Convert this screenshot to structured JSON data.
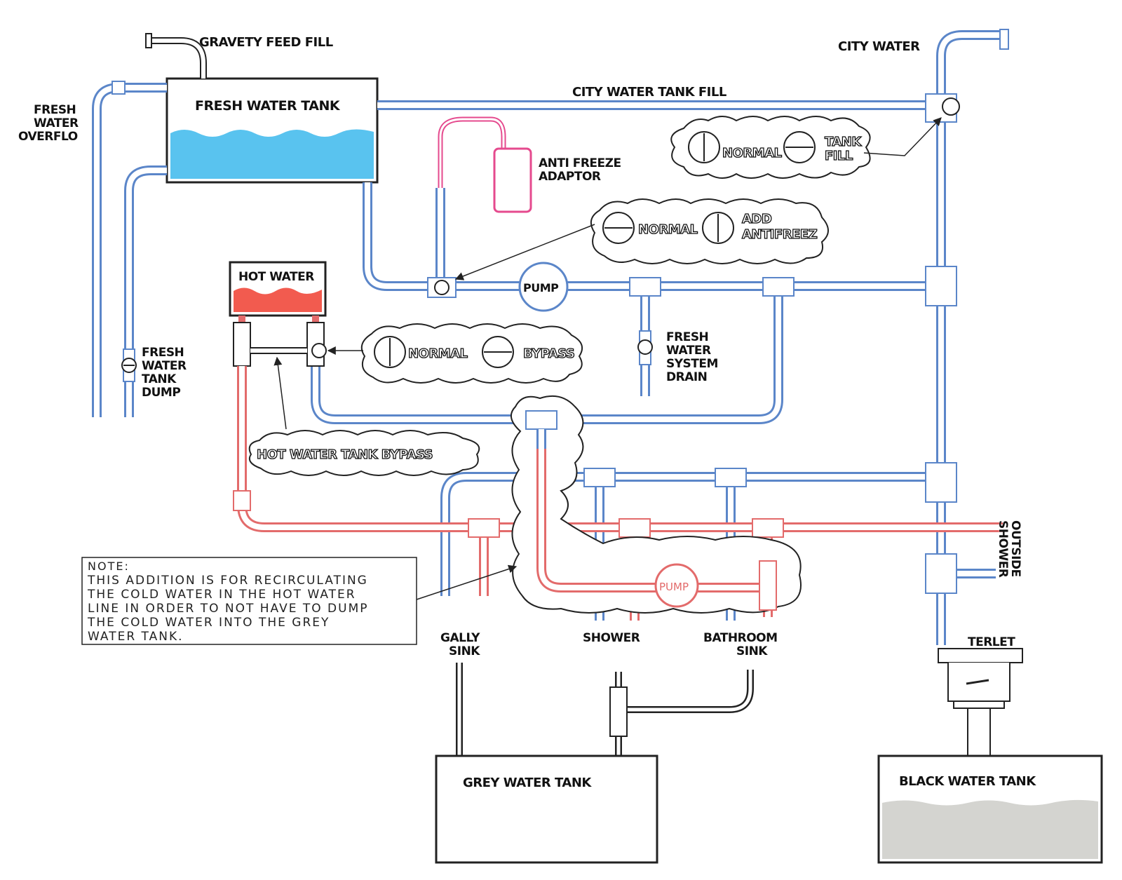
{
  "colors": {
    "cold_water": "#5b86c9",
    "hot_water": "#e36b6b",
    "drain": "#222222",
    "fresh_water_fill": "#59c3ef",
    "hot_tank_fill": "#f25b4f",
    "antifreeze": "#e54a8e",
    "black_tank_fill": "#d4d4d0"
  },
  "labels": {
    "gravity_feed_fill": "GRAVETY FEED FILL",
    "fresh_water_tank": "FRESH WATER TANK",
    "fresh_water_overflo": [
      "FRESH",
      "WATER",
      "OVERFLO"
    ],
    "city_water": "CITY WATER",
    "city_water_tank_fill": "CITY WATER TANK FILL",
    "anti_freeze_adaptor": [
      "ANTI FREEZE",
      "ADAPTOR"
    ],
    "hot_water": "HOT WATER",
    "pump": "PUMP",
    "fresh_water_system_drain": [
      "FRESH",
      "WATER",
      "SYSTEM",
      "DRAIN"
    ],
    "fresh_water_tank_dump": [
      "FRESH",
      "WATER",
      "TANK",
      "DUMP"
    ],
    "hot_water_tank_bypass": "HOT WATER TANK BYPASS",
    "outside_shower": [
      "OUTSIDE",
      "SHOWER"
    ],
    "gally_sink": [
      "GALLY",
      "SINK"
    ],
    "shower": "SHOWER",
    "bathroom_sink": [
      "BATHROOM",
      "SINK"
    ],
    "terlet": "TERLET",
    "grey_water_tank": "GREY WATER TANK",
    "black_water_tank": "BLACK WATER TANK"
  },
  "valve_callouts": {
    "city_fill": {
      "state_a": "NORMAL",
      "state_b": [
        "TANK",
        "FILL"
      ]
    },
    "antifreeze": {
      "state_a": "NORMAL",
      "state_b": [
        "ADD",
        "ANTIFREEZ"
      ]
    },
    "bypass": {
      "state_a": "NORMAL",
      "state_b": "BYPASS"
    }
  },
  "note": {
    "title": "NOTE:",
    "lines": [
      "THIS ADDITION IS FOR RECIRCULATING",
      "THE COLD WATER IN THE HOT WATER",
      "LINE IN ORDER TO NOT HAVE TO DUMP",
      "THE COLD WATER INTO THE GREY",
      "WATER TANK."
    ]
  }
}
